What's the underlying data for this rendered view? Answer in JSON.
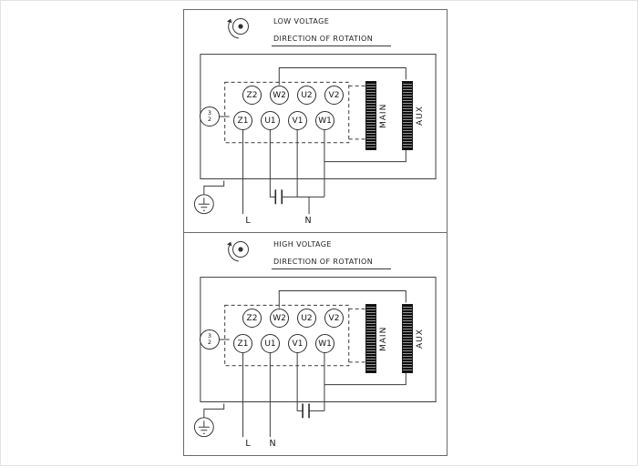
{
  "diagram": {
    "line_color": "#3a3a3a",
    "panels": [
      {
        "title": "LOW VOLTAGE",
        "subtitle": "DIRECTION OF ROTATION",
        "terminals_top": [
          "Z2",
          "W2",
          "U2",
          "V2"
        ],
        "terminals_bottom": [
          "Z1",
          "U1",
          "V1",
          "W1"
        ],
        "windings": [
          "MAIN",
          "AUX"
        ],
        "power_labels": {
          "line": "L",
          "neutral": "N"
        },
        "switch_marks": [
          "3",
          "2"
        ]
      },
      {
        "title": "HIGH VOLTAGE",
        "subtitle": "DIRECTION OF ROTATION",
        "terminals_top": [
          "Z2",
          "W2",
          "U2",
          "V2"
        ],
        "terminals_bottom": [
          "Z1",
          "U1",
          "V1",
          "W1"
        ],
        "windings": [
          "MAIN",
          "AUX"
        ],
        "power_labels": {
          "line": "L",
          "neutral": "N"
        },
        "switch_marks": [
          "3",
          "2"
        ]
      }
    ]
  }
}
